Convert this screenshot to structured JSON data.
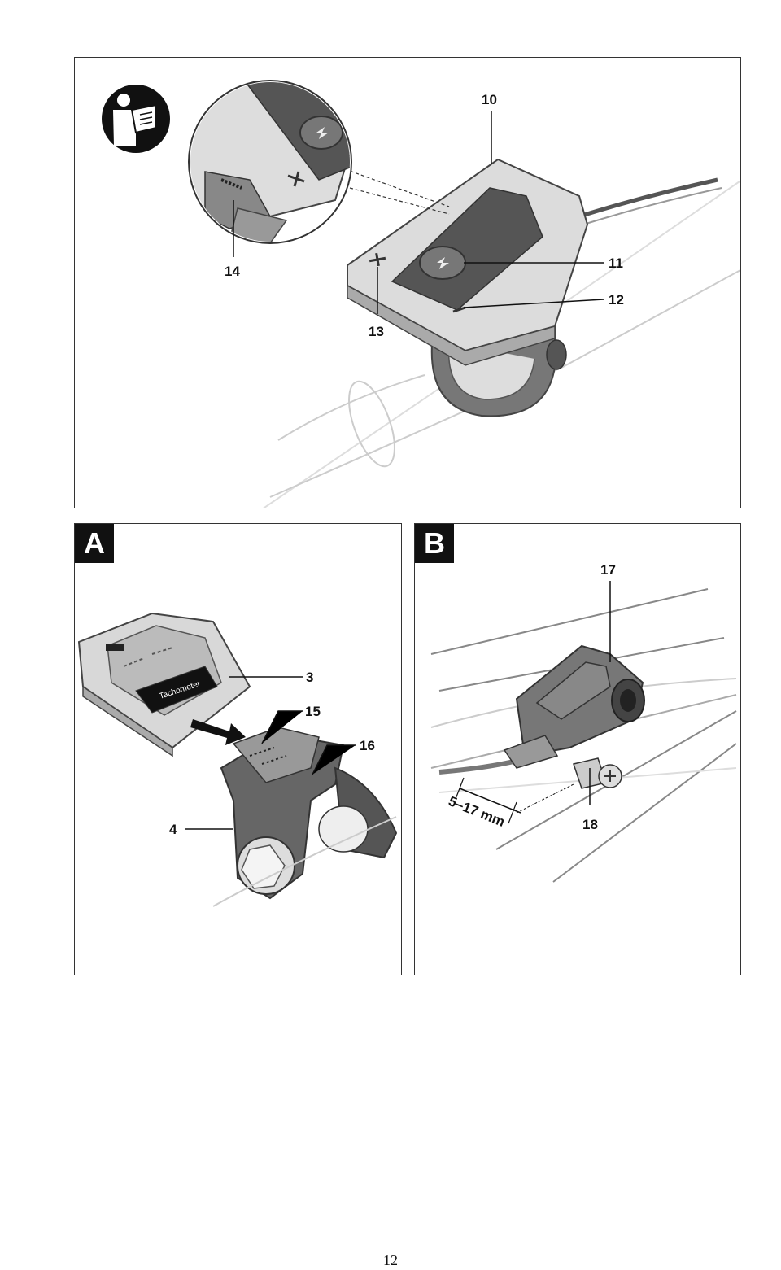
{
  "top_figure": {
    "callouts": {
      "c10": "10",
      "c11": "11",
      "c12": "12",
      "c13": "13",
      "c14": "14"
    },
    "icons": [
      "read-manual-icon"
    ]
  },
  "figure_a": {
    "panel_letter": "A",
    "callouts": {
      "c3": "3",
      "c4": "4",
      "c15": "15",
      "c16": "16"
    },
    "display_text": "Tachometer"
  },
  "figure_b": {
    "panel_letter": "B",
    "callouts": {
      "c17": "17",
      "c18": "18"
    },
    "dimension_label": "5–17 mm"
  },
  "page_number": "12"
}
